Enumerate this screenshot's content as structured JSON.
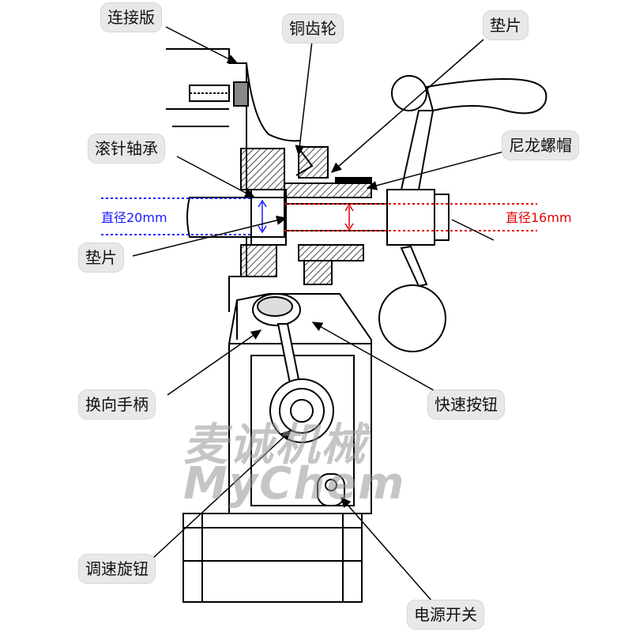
{
  "labels": {
    "connection_plate": "连接版",
    "copper_gear": "铜齿轮",
    "gasket_top": "垫片",
    "needle_bearing": "滚针轴承",
    "nylon_nut": "尼龙螺帽",
    "gasket_mid": "垫片",
    "reversing_handle": "换向手柄",
    "quick_button": "快速按钮",
    "speed_knob": "调速旋钮",
    "power_switch": "电源开关"
  },
  "dimensions": {
    "left_diameter": "直径20mm",
    "right_diameter": "直径16mm"
  },
  "watermark": {
    "chinese": "麦诚机械",
    "latin": "MyChem"
  },
  "colors": {
    "left_dimension": "#1a1aff",
    "right_dimension": "#e00000",
    "line": "#000000",
    "callout_bg": "#e8e8e8"
  }
}
